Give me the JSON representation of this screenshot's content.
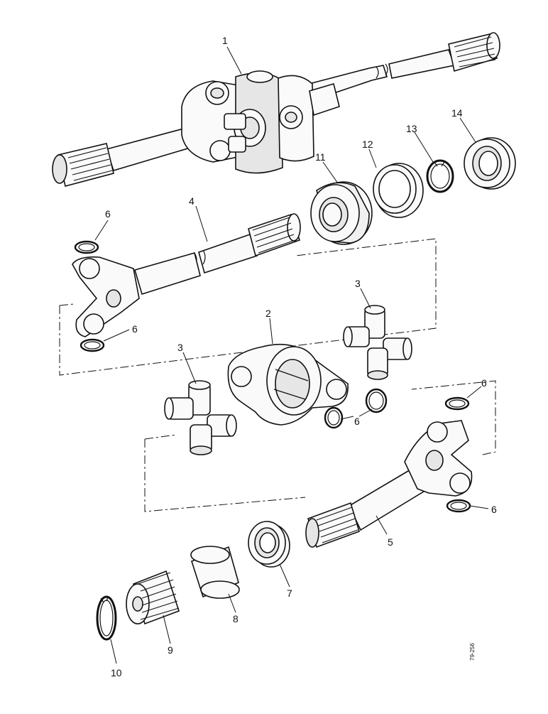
{
  "callouts": {
    "c1": "1",
    "c2": "2",
    "c3a": "3",
    "c3b": "3",
    "c4": "4",
    "c5": "5",
    "c6a": "6",
    "c6b": "6",
    "c6c": "6",
    "c6d": "6",
    "c6e": "6",
    "c7": "7",
    "c8": "8",
    "c9": "9",
    "c10": "10",
    "c11": "11",
    "c12": "12",
    "c13": "13",
    "c14": "14"
  },
  "drawing_code": "79-256"
}
